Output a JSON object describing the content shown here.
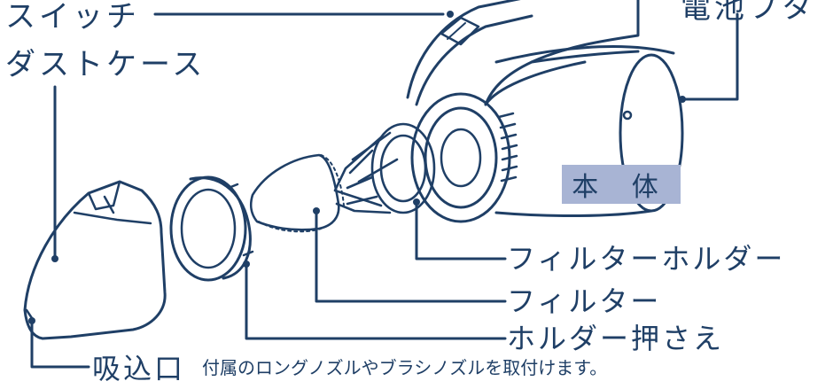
{
  "labels": {
    "switch": "スイッチ",
    "dust_case": "ダストケース",
    "battery_cover": "電池フタ",
    "main_body": "本 体",
    "filter_holder": "フィルターホルダー",
    "filter": "フィルター",
    "holder_retainer": "ホルダー押さえ",
    "intake": "吸込口",
    "intake_note": "付属のロングノズルやブラシノズルを取付けます。"
  },
  "colors": {
    "line": "#1f3f66",
    "badge_fill": "#a8b4d4",
    "background": "#ffffff"
  }
}
